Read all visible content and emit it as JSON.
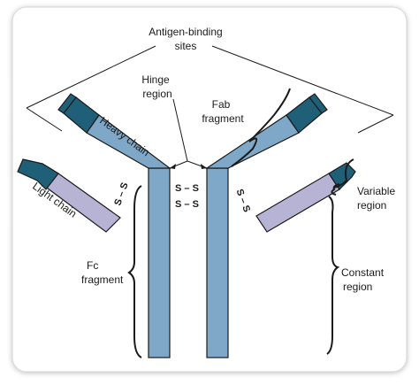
{
  "labels": {
    "antigen_binding_line1": "Antigen-binding",
    "antigen_binding_line2": "sites",
    "hinge_line1": "Hinge",
    "hinge_line2": "region",
    "fab_line1": "Fab",
    "fab_line2": "fragment",
    "heavy_chain": "Heavy chain",
    "light_chain": "Light chain",
    "variable_line1": "Variable",
    "variable_line2": "region",
    "constant_line1": "Constant",
    "constant_line2": "region",
    "fc_line1": "Fc",
    "fc_line2": "fragment",
    "disulfide_bond": "S – S"
  },
  "colors": {
    "heavy_constant": "#7fa8c8",
    "light_constant": "#b7b3d4",
    "variable": "#1f5f78",
    "outline": "#1b1b1b",
    "card_border": "#d6d6d6"
  }
}
